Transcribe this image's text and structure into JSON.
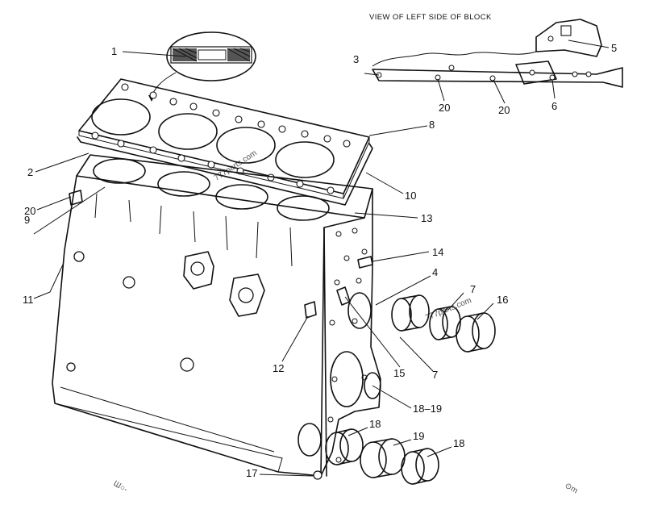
{
  "diagram": {
    "inset_title": "VIEW OF LEFT SIDE OF BLOCK",
    "callouts": {
      "c1": "1",
      "c2": "2",
      "c3": "3",
      "c4": "4",
      "c5": "5",
      "c6": "6",
      "c7a": "7",
      "c7b": "7",
      "c8": "8",
      "c9": "9",
      "c10": "10",
      "c11": "11",
      "c12": "12",
      "c13": "13",
      "c14": "14",
      "c15": "15",
      "c16": "16",
      "c17": "17",
      "c18a": "18",
      "c18b": "18",
      "c1819": "18–19",
      "c19": "19",
      "c20a": "20",
      "c20b": "20",
      "c20c": "20"
    },
    "watermarks": {
      "w1": "777parts.com",
      "w2": "777parts.com",
      "w3": "Ш○-",
      "w4": "⊙m"
    }
  }
}
